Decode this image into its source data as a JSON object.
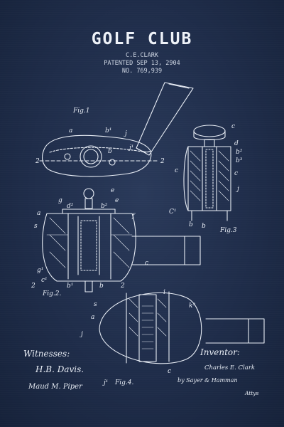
{
  "title": "GOLF CLUB",
  "inventor_line": "C.E.CLARK",
  "patent_date": "PATENTED SEP 13, 2904",
  "patent_number": "NO. 769,939",
  "figures": {
    "fig1": "Fig.1",
    "fig2": "Fig.2.",
    "fig3": "Fig.3",
    "fig4": "Fig.4."
  },
  "witnesses_label": "Witnesses:",
  "inventor_label": "Inventor:",
  "witness_signatures": [
    "H.B. Davis.",
    "Maud M. Piper"
  ],
  "inventor_signatures": [
    "Charles E. Clark",
    "by Sayer & Hamman",
    "Attys"
  ],
  "reference_letters": [
    "a",
    "b¹",
    "j",
    "b",
    "j¹",
    "2",
    "2",
    "c",
    "d",
    "b²",
    "b³",
    "c",
    "c",
    "j",
    "C¹",
    "b",
    "b",
    "e",
    "g",
    "f",
    "s",
    "a",
    "d²",
    "b²",
    "e",
    "g¹",
    "c¹",
    "b¹",
    "b",
    "2",
    "2",
    "c",
    "a",
    "s",
    "i",
    "k²",
    "j",
    "c",
    "j¹"
  ],
  "colors": {
    "background": "#1f2d4a",
    "ink": "#e9eef6"
  }
}
